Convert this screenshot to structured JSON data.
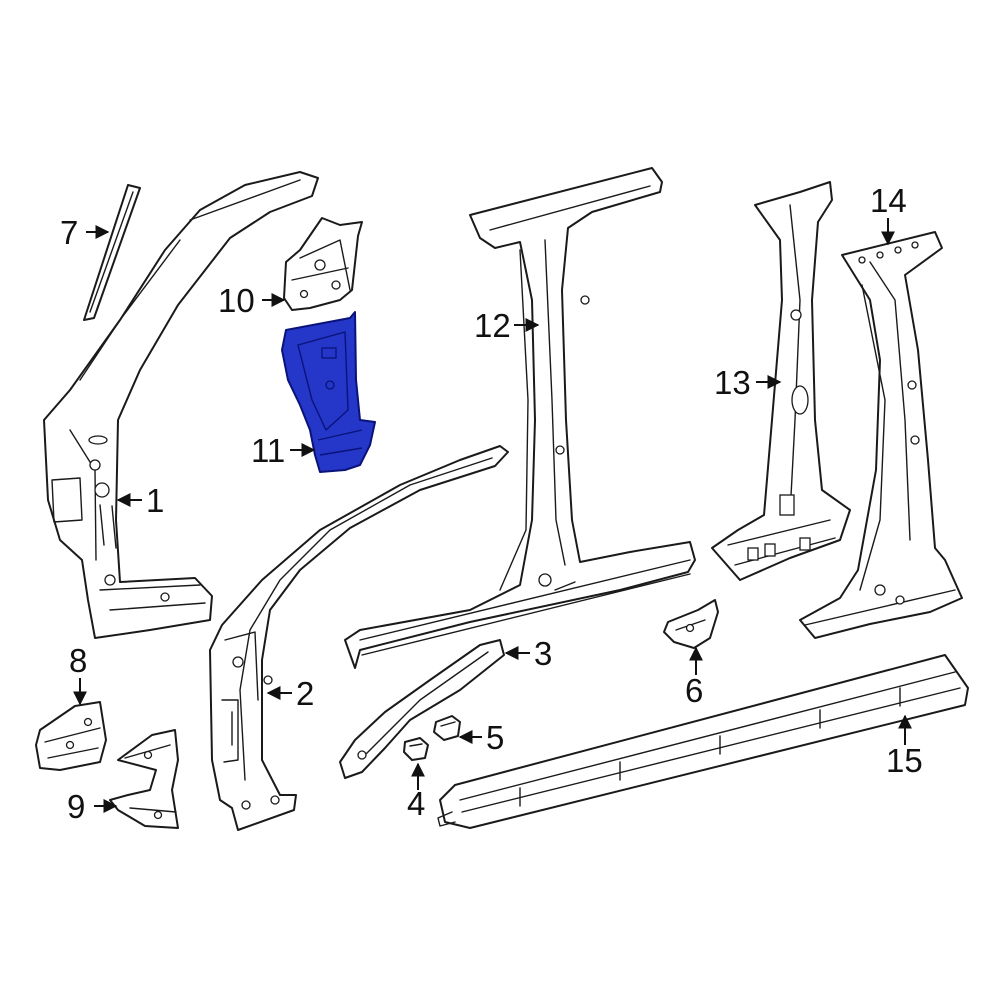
{
  "colors": {
    "highlight": "#2437c8",
    "highlight_stroke": "#0a137a",
    "line": "#1a1a1a",
    "background": "#ffffff"
  },
  "callouts": [
    {
      "label": "1"
    },
    {
      "label": "2"
    },
    {
      "label": "3"
    },
    {
      "label": "4"
    },
    {
      "label": "5"
    },
    {
      "label": "6"
    },
    {
      "label": "7"
    },
    {
      "label": "8"
    },
    {
      "label": "9"
    },
    {
      "label": "10"
    },
    {
      "label": "11"
    },
    {
      "label": "12"
    },
    {
      "label": "13"
    },
    {
      "label": "14"
    },
    {
      "label": "15"
    }
  ],
  "highlighted_part": "11"
}
